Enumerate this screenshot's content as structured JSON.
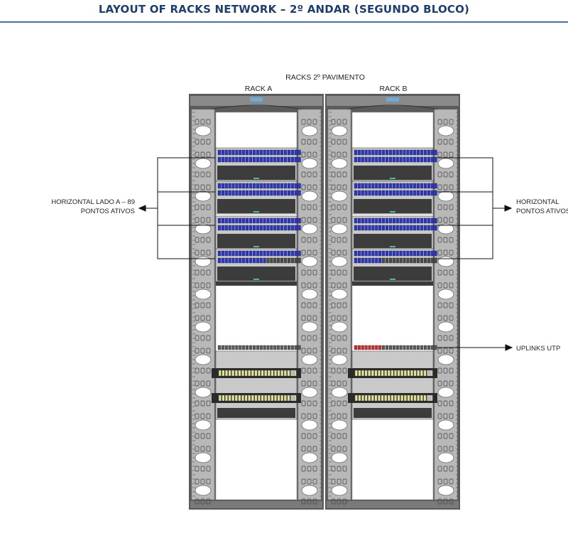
{
  "header": {
    "title": "LAYOUT OF RACKS NETWORK – 2º ANDAR (SEGUNDO BLOCO)"
  },
  "diagram": {
    "caption": "RACKS 2º PAVIMENTO",
    "racks": [
      {
        "id": "rack_a",
        "label": "RACK A"
      },
      {
        "id": "rack_b",
        "label": "RACK B"
      }
    ],
    "annotations": {
      "horizontal_left_line1": "HORIZONTAL LADO A – 89",
      "horizontal_left_line2": "PONTOS ATIVOS",
      "horizontal_right_line1": "HORIZONTAL",
      "horizontal_right_line2": "PONTOS ATIVOS",
      "uplinks": "UPLINKS UTP"
    },
    "colors": {
      "rack_frame": "#5a5a5a",
      "rail": "#b8b8b8",
      "patch_panel_active": "#2a36c8",
      "patch_panel_inactive": "#4a4a4a",
      "uplink_port": "#d22a2a",
      "switch_port": "#e2df9a"
    }
  }
}
